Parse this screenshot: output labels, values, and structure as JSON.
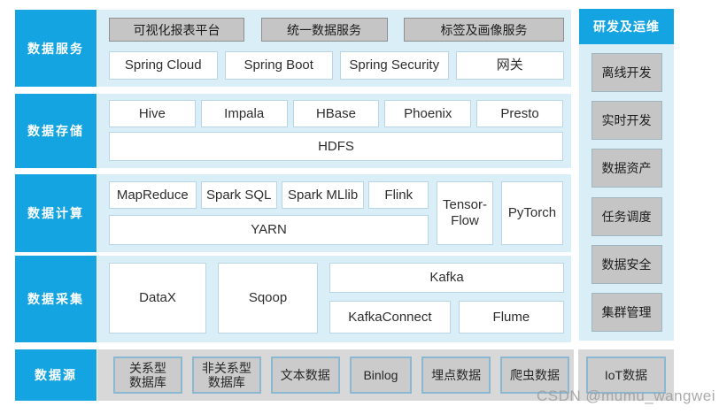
{
  "diagram": {
    "rows": [
      {
        "label": "数据服务",
        "services": [
          "可视化报表平台",
          "统一数据服务",
          "标签及画像服务"
        ],
        "frameworks": [
          "Spring Cloud",
          "Spring Boot",
          "Spring Security",
          "网关"
        ]
      },
      {
        "label": "数据存储",
        "engines": [
          "Hive",
          "Impala",
          "HBase",
          "Phoenix",
          "Presto"
        ],
        "base": "HDFS"
      },
      {
        "label": "数据计算",
        "engines": [
          "MapReduce",
          "Spark SQL",
          "Spark MLlib",
          "Flink"
        ],
        "ml": [
          "Tensor-\nFlow",
          "PyTorch"
        ],
        "base": "YARN"
      },
      {
        "label": "数据采集",
        "tools": [
          "DataX",
          "Sqoop"
        ],
        "kafka": "Kafka",
        "kafka_sub": [
          "KafkaConnect",
          "Flume"
        ]
      },
      {
        "label": "数据源",
        "sources": [
          "关系型\n数据库",
          "非关系型\n数据库",
          "文本数据",
          "Binlog",
          "埋点数据",
          "爬虫数据"
        ],
        "source_iot": "IoT数据"
      }
    ],
    "right_panel": {
      "title": "研发及运维",
      "items": [
        "离线开发",
        "实时开发",
        "数据资产",
        "任务调度",
        "数据安全",
        "集群管理"
      ]
    },
    "watermark": "CSDN @mumu_wangwei",
    "colors": {
      "accent_blue": "#14a4e1",
      "panel_cyan": "#daeef8",
      "panel_gray": "#d8d8d8",
      "tag_gray": "#c5c5c5",
      "source_box_border": "#8ab7d2"
    }
  }
}
